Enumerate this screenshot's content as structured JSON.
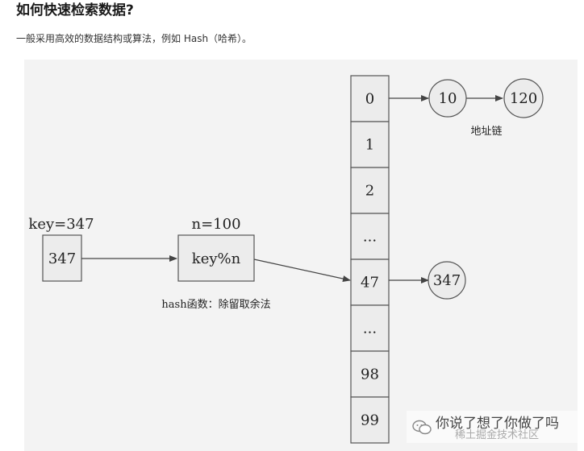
{
  "header": {
    "title": "如何快速检索数据?",
    "subtitle": "一般采用高效的数据结构或算法，例如 Hash（哈希）。"
  },
  "diagram": {
    "key_label": "key=347",
    "key_value": "347",
    "n_label": "n=100",
    "hash_box": "key%n",
    "hash_caption": "hash函数：除留取余法",
    "buckets": [
      "0",
      "1",
      "2",
      "...",
      "47",
      "...",
      "98",
      "99"
    ],
    "chain_nodes": [
      "10",
      "120"
    ],
    "chain_label": "地址链",
    "result_node": "347"
  },
  "watermark": {
    "text": "你说了想了你做了吗",
    "sub": "稀土掘金技术社区"
  },
  "colors": {
    "panel": "#f3f3f3",
    "box_fill": "#ececec",
    "stroke": "#555555",
    "arrow": "#444444"
  }
}
